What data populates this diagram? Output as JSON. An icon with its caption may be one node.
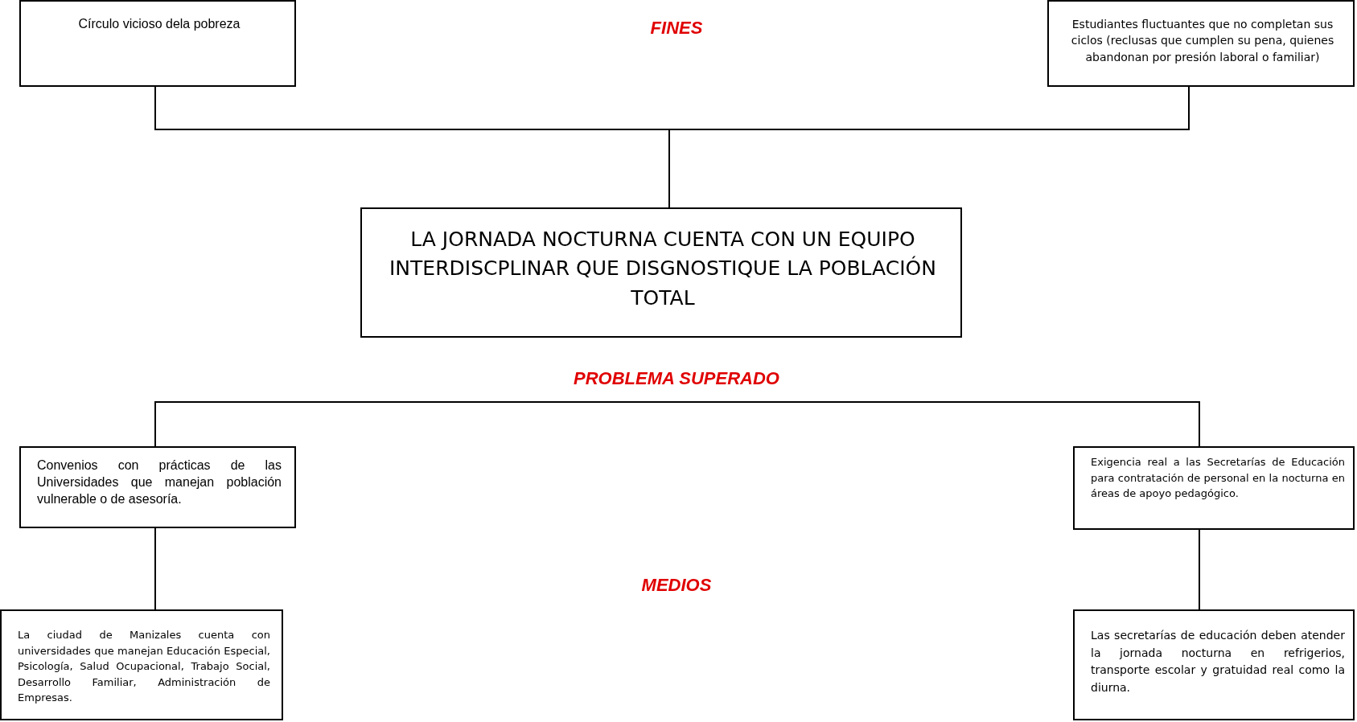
{
  "diagram": {
    "nodes": [
      {
        "text": [
          "Círculo vicioso dela pobreza"
        ]
      },
      {
        "text": [
          "Estudiantes fluctuantes que no completan sus ciclos (reclusas que cumplen su pena, quienes abandonan por presión laboral o familiar)"
        ]
      },
      {
        "text": [
          "LA JORNADA NOCTURNA CUENTA CON UN EQUIPO INTERDISCPLINAR QUE DISGNOSTIQUE LA POBLACIÓN TOTAL"
        ]
      },
      {
        "text": [
          "Convenios con prácticas de las Universidades que manejan población vulnerable o de asesoría."
        ]
      },
      {
        "text": [
          "Exigencia real a las Secretarías de Educación para contratación de personal en la nocturna en áreas de apoyo pedagógico."
        ]
      },
      {
        "text": [
          "La ciudad de Manizales cuenta con universidades que manejan Educación Especial, Psicología, Salud Ocupacional, Trabajo Social, Desarrollo Familiar, Administración de Empresas."
        ]
      },
      {
        "text": [
          "Las secretarías de educación deben atender la jornada nocturna en refrigerios, transporte escolar y gratuidad real como la diurna."
        ]
      }
    ],
    "edges": [
      {
        "from": 0,
        "to": 2,
        "arrow": "none"
      },
      {
        "from": 1,
        "to": 2,
        "arrow": "none"
      },
      {
        "from": 3,
        "to": 4,
        "arrow": "none"
      },
      {
        "from": 3,
        "to": 5,
        "arrow": "none"
      },
      {
        "from": 4,
        "to": 6,
        "arrow": "none"
      }
    ],
    "labels": [
      "FINES",
      "PROBLEMA SUPERADO",
      "MEDIOS"
    ]
  }
}
